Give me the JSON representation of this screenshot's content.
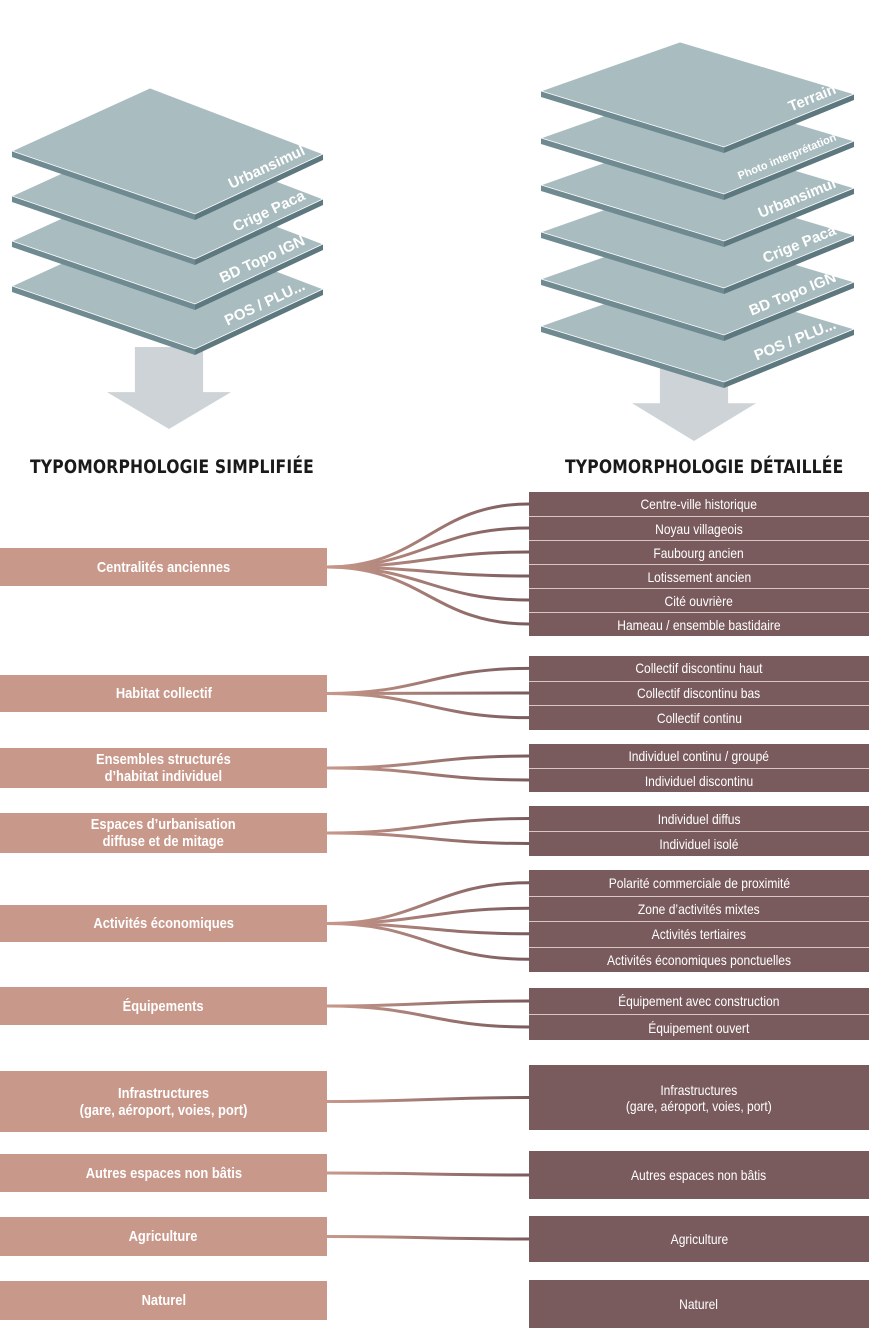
{
  "stacks": {
    "left": {
      "layers": [
        "Urbansimul",
        "Crige Paca",
        "BD Topo IGN",
        "POS / PLU..."
      ]
    },
    "right": {
      "layers": [
        "Terrain",
        "Photo interprétation",
        "Urbansimul",
        "Crige Paca",
        "BD Topo IGN",
        "POS / PLU..."
      ]
    }
  },
  "titles": {
    "left": "TYPOMORPHOLOGIE SIMPLIFIÉE",
    "right": "TYPOMORPHOLOGIE DÉTAILLÉE"
  },
  "simplified": [
    "Centralités anciennes",
    "Habitat collectif",
    "Ensembles structurés\nd’habitat individuel",
    "Espaces d’urbanisation\ndiffuse et de mitage",
    "Activités économiques",
    "Équipements",
    "Infrastructures\n(gare, aéroport, voies, port)",
    "Autres espaces non bâtis",
    "Agriculture",
    "Naturel"
  ],
  "detailed": [
    [
      "Centre-ville historique",
      "Noyau villageois",
      "Faubourg ancien",
      "Lotissement ancien",
      "Cité ouvrière",
      "Hameau / ensemble bastidaire"
    ],
    [
      "Collectif discontinu haut",
      "Collectif discontinu bas",
      "Collectif continu"
    ],
    [
      "Individuel continu / groupé",
      "Individuel discontinu"
    ],
    [
      "Individuel diffus",
      "Individuel isolé"
    ],
    [
      "Polarité commerciale de proximité",
      "Zone d’activités mixtes",
      "Activités tertiaires",
      "Activités économiques ponctuelles"
    ],
    [
      "Équipement avec construction",
      "Équipement ouvert"
    ],
    [
      "Infrastructures\n(gare, aéroport, voies, port)"
    ],
    [
      "Autres espaces non bâtis"
    ],
    [
      "Agriculture"
    ],
    [
      "Naturel"
    ]
  ],
  "colors": {
    "layer_top": "#a9bcc0",
    "layer_side": "#6f8a91",
    "arrow": "#cdd3d6",
    "simplified_box": "#c8988a",
    "detailed_box": "#7a5b5d",
    "connector_start": "#c8988a",
    "connector_end": "#7a5b5d"
  }
}
